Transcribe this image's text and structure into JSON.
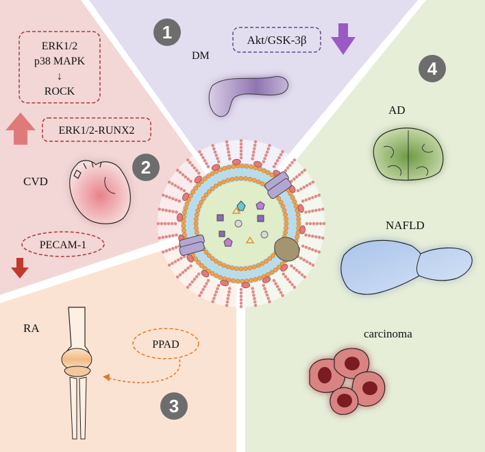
{
  "sections": {
    "dm": {
      "number": "1",
      "disease": "DM",
      "pathway": "Akt/GSK-3β",
      "arrow_direction": "down",
      "color": "#e3ddf0"
    },
    "cvd": {
      "number": "2",
      "disease": "CVD",
      "pathway_box_lines": [
        "ERK1/2",
        "p38 MAPK",
        "↓",
        "ROCK"
      ],
      "pathway_up": "ERK1/2-RUNX2",
      "pathway_down": "PECAM-1",
      "color": "#f3d6d6"
    },
    "ra": {
      "number": "3",
      "disease": "RA",
      "pathway": "PPAD",
      "color": "#fbe3d3"
    },
    "other": {
      "number": "4",
      "diseases": [
        "AD",
        "NAFLD",
        "carcinoma"
      ],
      "color": "#e6eed8"
    }
  },
  "colors": {
    "purple_arrow": "#9b59c6",
    "red_arrow_up": "#e07a7a",
    "red_arrow_down": "#c0392b",
    "dashed_red": "#a33a3a",
    "dashed_purple": "#5e4a8a",
    "dashed_orange": "#e07a2e",
    "number_circle": "#6d6d6d"
  }
}
